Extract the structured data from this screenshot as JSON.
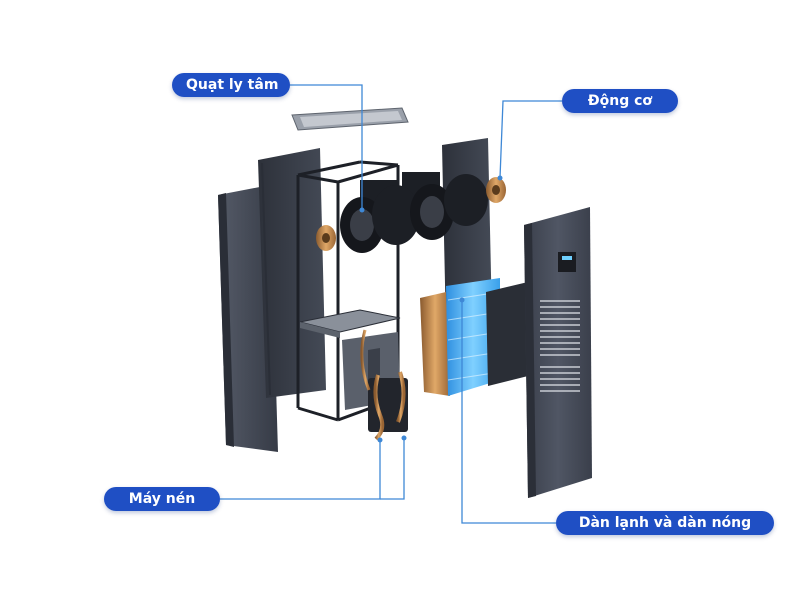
{
  "colors": {
    "callout_bg": "#1f4fc4",
    "leader_line": "#3e88d6",
    "panel_dark": "#3d4350",
    "panel_mid": "#4a505d",
    "coil_blue": "#56b8f2",
    "copper": "#c98a4b"
  },
  "labels": {
    "fan": "Quạt ly tâm",
    "motor": "Động cơ",
    "compressor": "Máy nén",
    "coils": "Dàn lạnh và dàn nóng"
  }
}
